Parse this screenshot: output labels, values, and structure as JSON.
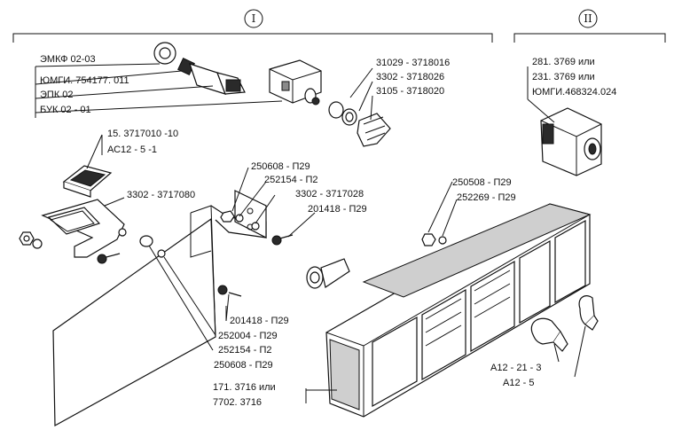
{
  "sections": {
    "one": "I",
    "two": "II"
  },
  "labels": {
    "emkf": "ЭМКФ 02-03",
    "yumgi754": "ЮМГИ. 754177. 011",
    "epk": "ЭПК 02",
    "buk": "БУК 02 - 01",
    "p31029": "31029 - 3718016",
    "p3302_026": "3302 - 3718026",
    "p3105": "3105 - 3718020",
    "p15_3717": "15. 3717010 -10",
    "ac12": "АС12 - 5 -1",
    "p3302_080": "3302 - 3717080",
    "p250608_top": "250608 - П29",
    "p252154_top": "252154 - П2",
    "p3302_028": "3302 - 3717028",
    "p201418_top": "201418 - П29",
    "p250508": "250508 - П29",
    "p252269": "252269 - П29",
    "p201418_bot": "201418 - П29",
    "p252004": "252004 - П29",
    "p252154_bot": "252154 - П2",
    "p250608_bot": "250608 - П29",
    "p171": "171. 3716 или",
    "p7702": "7702. 3716",
    "a12_21": "А12 - 21 - 3",
    "a12_5": "А12 - 5",
    "p281": "281. 3769 или",
    "p231": "231. 3769 или",
    "yumgi468": "ЮМГИ.468324.024"
  }
}
